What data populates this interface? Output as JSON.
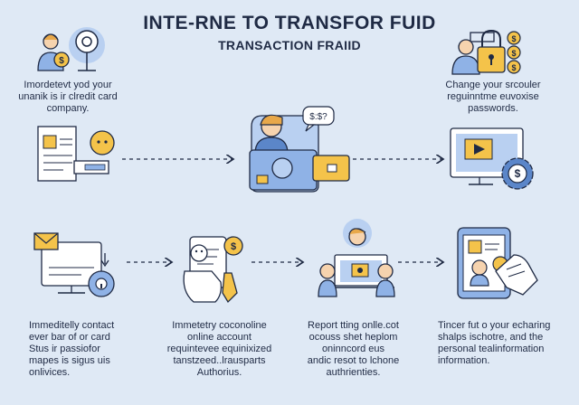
{
  "header": {
    "title": "INTE-RNE TO TRANSFOR FUID",
    "subtitle": "TRANSACTION FRAIID"
  },
  "captions": {
    "top_left": [
      "Imordetevt yod your",
      "unanik is ir clredit card",
      "company."
    ],
    "top_right": [
      "Change your srcouler",
      "reguinntme euvoxise",
      "passwords."
    ],
    "bottom_1": [
      "Immeditelly contact",
      "ever bar of or card",
      "Stus ir passiofor",
      "mapes is sigus uis",
      "onlivices."
    ],
    "bottom_2": [
      "Immetetry coconoline",
      "online account",
      "requintevee equinixized",
      "tanstzeed..lrausparts",
      "Authorius."
    ],
    "bottom_3": [
      "Report tting onlle.cot",
      "ocouss shet heplom",
      "oninncord eus",
      "andic resot to lchone",
      "authrienties."
    ],
    "bottom_4": [
      "Tincer fut o your echaring",
      "shalps ischotre, and the",
      "personal tealinformation",
      "information."
    ]
  },
  "bubble_text": "$:$?",
  "colors": {
    "background": "#dfe9f5",
    "navy": "#1f2a44",
    "blue": "#8fb2e6",
    "blue_dark": "#5b86c9",
    "yellow": "#f4c34a",
    "skin": "#f6d3ae",
    "hair": "#e8a84a"
  },
  "icons": [
    "person-dollar-icon",
    "padlock-dollar-icon",
    "document-phone-icon",
    "wallet-card-icon",
    "monitor-video-gear-icon",
    "envelope-monitor-lock-icon",
    "hand-phone-coin-icon",
    "people-laptop-icon",
    "tablet-hand-icon"
  ]
}
